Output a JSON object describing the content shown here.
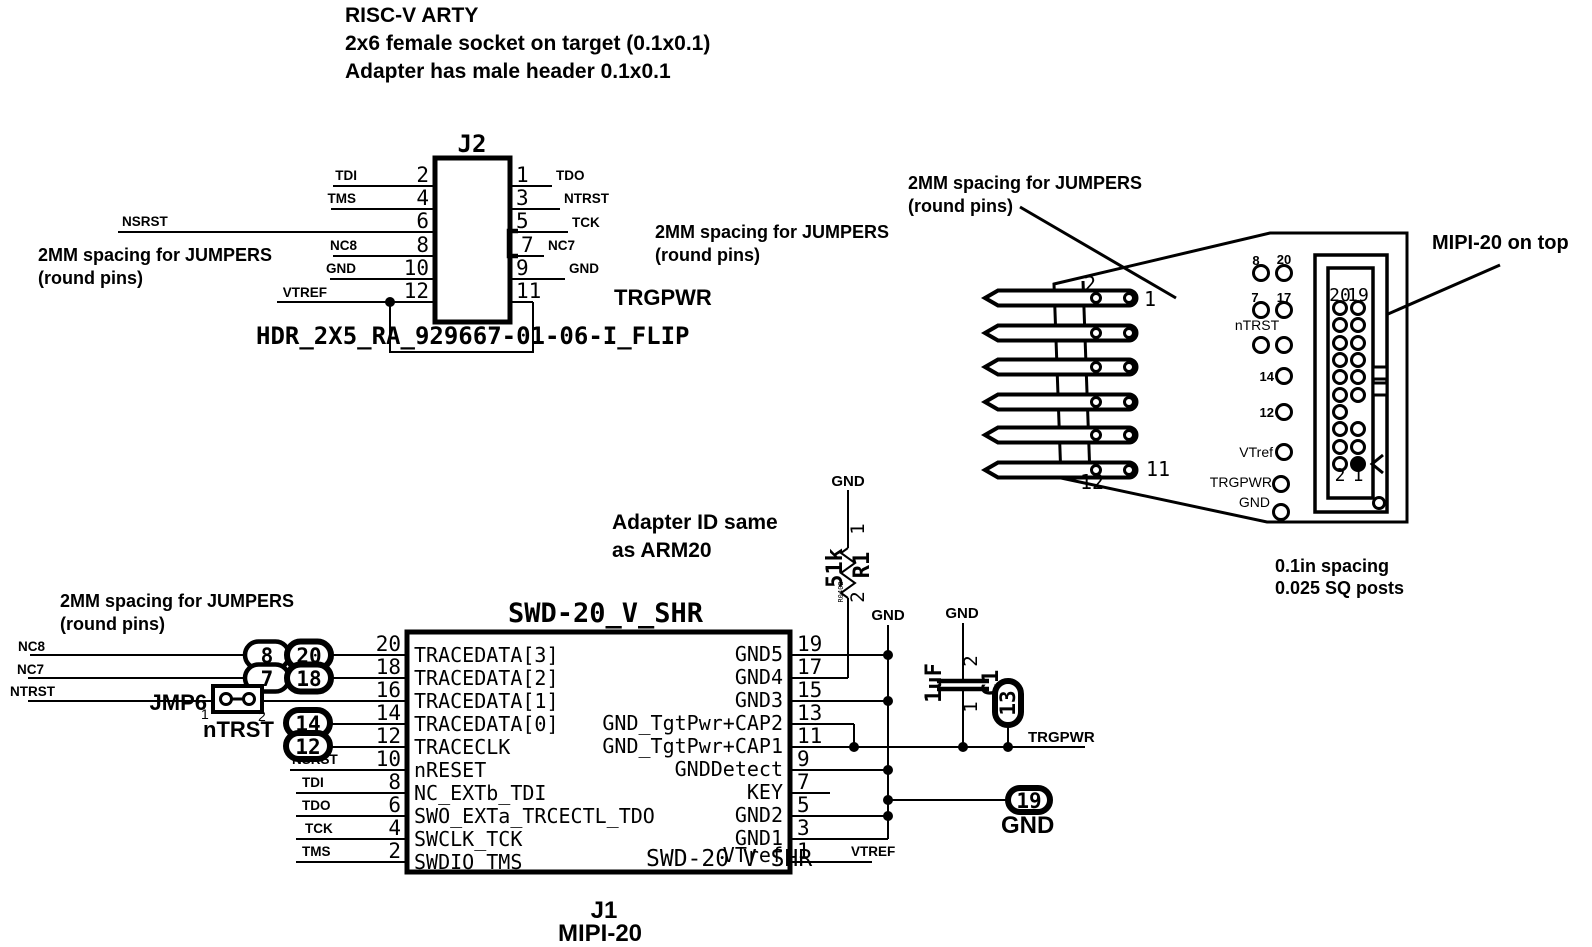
{
  "notes": {
    "header": [
      "RISC-V ARTY",
      "2x6 female socket on target (0.1x0.1)",
      "Adapter has male header 0.1x0.1"
    ],
    "jumper_note": [
      "2MM spacing for JUMPERS",
      "(round pins)"
    ],
    "adapter_id": [
      "Adapter ID same",
      "as ARM20"
    ],
    "posts": [
      "0.1in spacing",
      "0.025 SQ posts"
    ],
    "mipi_top": "MIPI-20 on top",
    "trgpwr_flag": "TRGPWR"
  },
  "j2": {
    "refdes": "J2",
    "footprint": "HDR_2X5_RA_929667-01-06-I_FLIP",
    "left_pins": [
      {
        "n": "2",
        "net": "TDI"
      },
      {
        "n": "4",
        "net": "TMS"
      },
      {
        "n": "6",
        "net": "NSRST"
      },
      {
        "n": "8",
        "net": "NC8"
      },
      {
        "n": "10",
        "net": "GND"
      },
      {
        "n": "12",
        "net": "VTREF"
      }
    ],
    "right_pins": [
      {
        "n": "1",
        "net": "TDO"
      },
      {
        "n": "3",
        "net": "NTRST"
      },
      {
        "n": "5",
        "net": "TCK"
      },
      {
        "n": "7",
        "net": "NC7"
      },
      {
        "n": "9",
        "net": "GND"
      },
      {
        "n": "11",
        "net": ""
      }
    ]
  },
  "j1": {
    "title": "SWD-20_V_SHR",
    "inner_title": "SWD-20_V_SHR",
    "refdes": "J1",
    "subtitle": "MIPI-20",
    "left_pins": [
      {
        "n": "20",
        "name": "TRACEDATA[3]",
        "net": "NC8"
      },
      {
        "n": "18",
        "name": "TRACEDATA[2]",
        "net": "NC7"
      },
      {
        "n": "16",
        "name": "TRACEDATA[1]",
        "net": "NTRST"
      },
      {
        "n": "14",
        "name": "TRACEDATA[0]",
        "net": ""
      },
      {
        "n": "12",
        "name": "TRACECLK",
        "net": ""
      },
      {
        "n": "10",
        "name": "nRESET",
        "net": "NSRST"
      },
      {
        "n": "8",
        "name": "NC_EXTb_TDI",
        "net": "TDI"
      },
      {
        "n": "6",
        "name": "SWO_EXTa_TRCECTL_TDO",
        "net": "TDO"
      },
      {
        "n": "4",
        "name": "SWCLK_TCK",
        "net": "TCK"
      },
      {
        "n": "2",
        "name": "SWDIO_TMS",
        "net": "TMS"
      }
    ],
    "right_pins": [
      {
        "n": "19",
        "name": "GND5"
      },
      {
        "n": "17",
        "name": "GND4"
      },
      {
        "n": "15",
        "name": "GND3"
      },
      {
        "n": "13",
        "name": "GND_TgtPwr+CAP2"
      },
      {
        "n": "11",
        "name": "GND_TgtPwr+CAP1"
      },
      {
        "n": "9",
        "name": "GNDDetect"
      },
      {
        "n": "7",
        "name": "KEY"
      },
      {
        "n": "5",
        "name": "GND2"
      },
      {
        "n": "3",
        "name": "GND1"
      },
      {
        "n": "1",
        "name": "VTref"
      }
    ],
    "vtref_net": "VTREF",
    "trgpwr_net": "TRGPWR"
  },
  "markers": {
    "m8": "8",
    "m20": "20",
    "m7": "7",
    "m18": "18",
    "m14": "14",
    "m12": "12",
    "m13": "13",
    "m19": "19",
    "m19_net": "GND"
  },
  "jmp6": {
    "refdes": "JMP6",
    "p1": "1",
    "p2": "2",
    "net": "nTRST"
  },
  "r1": {
    "refdes": "R1",
    "value": "51k",
    "p1": "1",
    "p2": "2",
    "fp": "R0402"
  },
  "c1": {
    "refdes": "C1",
    "value": "1uF",
    "p1": "1",
    "p2": "2"
  },
  "power": {
    "gnd": "GND"
  },
  "board": {
    "pin2": "2",
    "pin1": "1",
    "pin12": "12",
    "pin11": "11",
    "pads": [
      {
        "l": "8",
        "r": "20"
      },
      {
        "l": "7",
        "r": "17"
      },
      {
        "label": "nTRST"
      },
      {
        "label": "14"
      },
      {
        "label": "12"
      },
      {
        "label": "VTref"
      },
      {
        "label": "TRGPWR"
      },
      {
        "label": "GND"
      }
    ],
    "conn_tl": "20",
    "conn_tr": "19",
    "conn_bl": "2",
    "conn_br": "1"
  }
}
